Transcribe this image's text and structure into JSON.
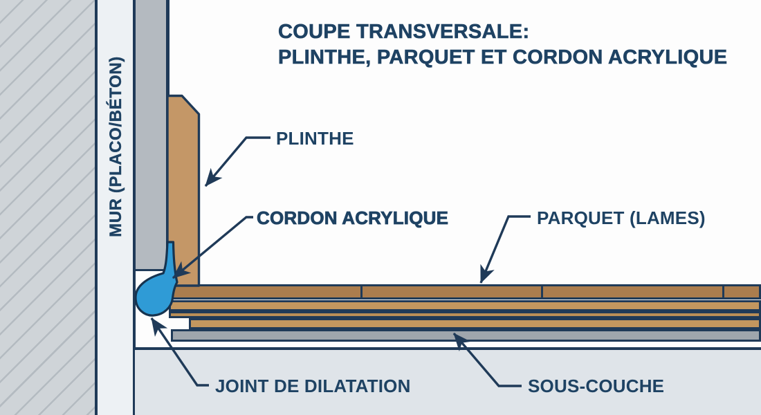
{
  "title": {
    "line1": "COUPE TRANSVERSALE:",
    "line2": "PLINTHE, PARQUET ET CORDON ACRYLIQUE"
  },
  "diagram": {
    "wall_label": "MUR (PLACO/BÉTON)",
    "callouts": [
      {
        "id": "plinthe",
        "label": "PLINTHE"
      },
      {
        "id": "cordon_acrylique",
        "label": "CORDON ACRYLIQUE"
      },
      {
        "id": "parquet_lames",
        "label": "PARQUET (LAMES)"
      },
      {
        "id": "joint_de_dilatation",
        "label": "JOINT DE DILATATION"
      },
      {
        "id": "sous_couche",
        "label": "SOUS-COUCHE"
      }
    ],
    "colors": {
      "line_navy": "#1f3a58",
      "text_navy": "#1e4263",
      "wood_plinthe": "#c49767",
      "wood_plank_top": "#ab7d4e",
      "wood_plank_light": "#c3975f",
      "wood_plank_mid": "#b98e57",
      "underlay_gray": "#9fa6ad",
      "wall_gray": "#b4bac0",
      "wall_white": "#edf1f4",
      "wall_hatch_bg": "#cfd4d8",
      "acrylic_blue": "#2f9bd6",
      "slab_gray": "#dfe4e9"
    }
  }
}
